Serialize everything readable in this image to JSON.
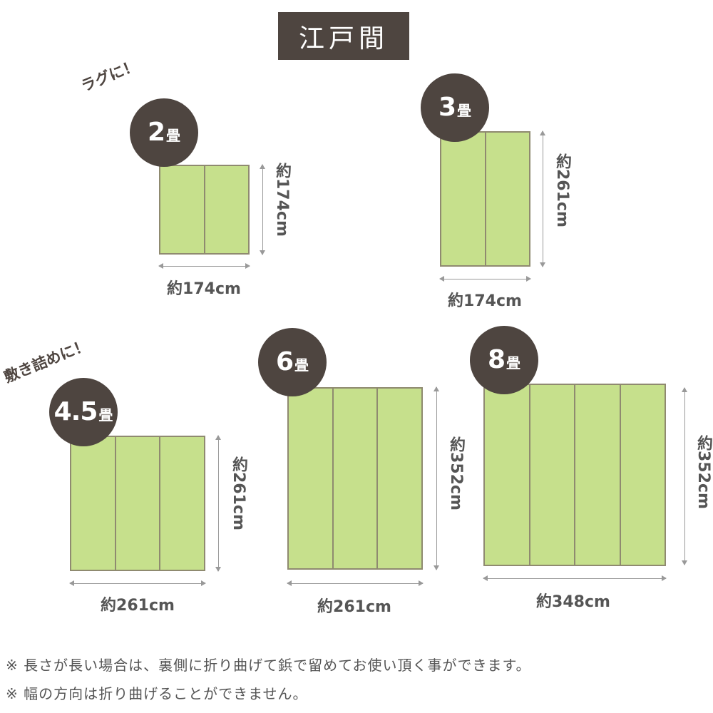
{
  "title": "江戸間",
  "labels": {
    "rug": "ラグに！",
    "full": "敷き詰めに！"
  },
  "colors": {
    "mat": "#c6e08c",
    "mat_border": "#8f8a70",
    "badge": "#4e4540",
    "title_bg": "#4e4540"
  },
  "mats": [
    {
      "num": "2",
      "unit": "畳",
      "width": "約174cm",
      "height": "約174cm"
    },
    {
      "num": "3",
      "unit": "畳",
      "width": "約174cm",
      "height": "約261cm"
    },
    {
      "num": "4.5",
      "unit": "畳",
      "width": "約261cm",
      "height": "約261cm"
    },
    {
      "num": "6",
      "unit": "畳",
      "width": "約261cm",
      "height": "約352cm"
    },
    {
      "num": "8",
      "unit": "畳",
      "width": "約348cm",
      "height": "約352cm"
    }
  ],
  "notes": [
    "※ 長さが長い場合は、裏側に折り曲げて鋲で留めてお使い頂く事ができます。",
    "※ 幅の方向は折り曲げることができません。"
  ]
}
